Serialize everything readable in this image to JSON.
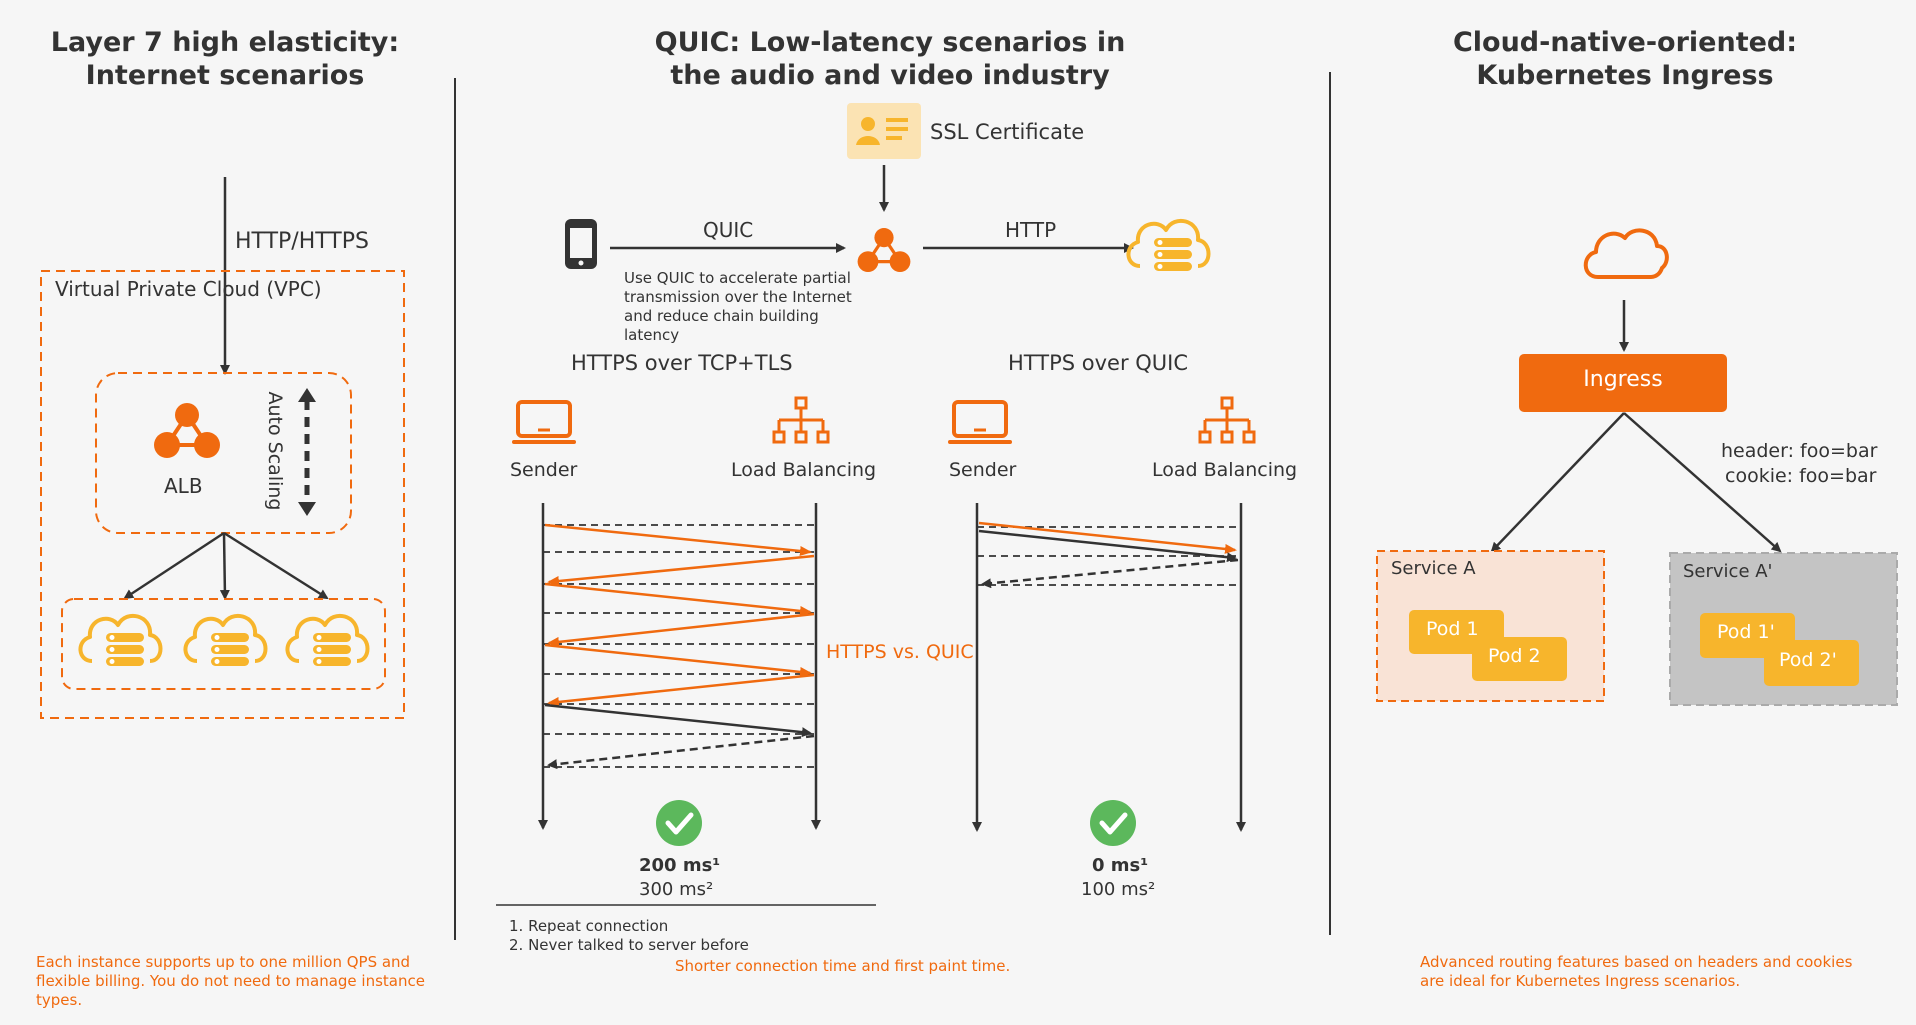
{
  "left": {
    "title_line1": "Layer 7 high elasticity:",
    "title_line2": "Internet scenarios",
    "protocol": "HTTP/HTTPS",
    "vpc_label": "Virtual Private Cloud (VPC)",
    "alb_label": "ALB",
    "auto_scaling": "Auto Scaling",
    "note": "Each instance supports up to one million QPS and flexible billing. You do not need to manage instance types."
  },
  "middle": {
    "title_line1": "QUIC: Low-latency scenarios in",
    "title_line2": "the audio and video industry",
    "ssl_label": "SSL Certificate",
    "quic_label": "QUIC",
    "http_label": "HTTP",
    "quic_desc": "Use QUIC to accelerate partial transmission over the Internet and reduce chain building latency",
    "tcp_title": "HTTPS over TCP+TLS",
    "quic_title": "HTTPS over QUIC",
    "sender": "Sender",
    "load_balancing": "Load Balancing",
    "vs_label": "HTTPS vs. QUIC",
    "tcp_time1": "200 ms¹",
    "tcp_time2": "300 ms²",
    "quic_time1": "0 ms¹",
    "quic_time2": "100 ms²",
    "footnote1": "1. Repeat connection",
    "footnote2": "2. Never talked to server before",
    "note": "Shorter connection time and first paint time."
  },
  "right": {
    "title_line1": "Cloud-native-oriented:",
    "title_line2": "Kubernetes Ingress",
    "ingress": "Ingress",
    "header_rule": "header: foo=bar",
    "cookie_rule": "cookie: foo=bar",
    "service_a": "Service A",
    "service_a2": "Service A'",
    "pod1": "Pod 1",
    "pod2": "Pod 2",
    "pod1p": "Pod 1'",
    "pod2p": "Pod 2'",
    "note": "Advanced routing features based on headers and cookies are ideal for Kubernetes Ingress scenarios."
  },
  "colors": {
    "accent": "#f06a0f",
    "server_yellow": "#f7b52c",
    "ok_green": "#5cb85c",
    "service_a_bg": "#f9e3d6",
    "service_a2_bg": "#c4c4c4"
  }
}
